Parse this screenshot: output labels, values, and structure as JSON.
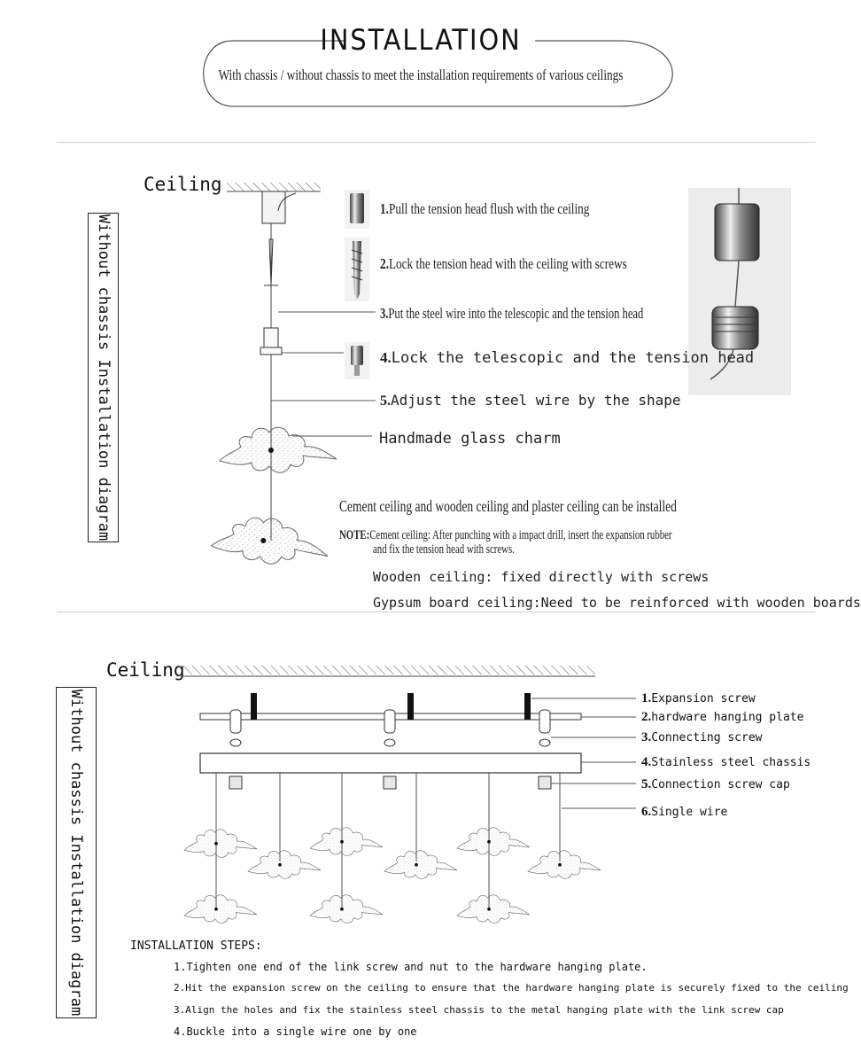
{
  "header": {
    "title": "INSTALLATION",
    "subtitle": "With chassis / without chassis to meet the installation requirements of various ceilings"
  },
  "section1": {
    "ceiling_label": "Ceiling",
    "side_label": "Without chassis   Installation diagram",
    "steps": [
      {
        "num": "1.",
        "text": "Pull the tension head flush with the ceiling"
      },
      {
        "num": "2.",
        "text": "Lock the tension head with the ceiling with screws"
      },
      {
        "num": "3.",
        "text": "Put the steel wire into the telescopic and the tension head"
      },
      {
        "num": "4.",
        "text": "Lock the telescopic and the tension head"
      },
      {
        "num": "5.",
        "text": "Adjust the steel wire by the shape"
      }
    ],
    "charm_label": "Handmade glass charm",
    "ceiling_types": "Cement ceiling and wooden ceiling and plaster ceiling can be installed",
    "note_label": "NOTE:",
    "note_line1": "Cement ceiling: After punching with a impact drill, insert the expansion rubber",
    "note_line2": "and fix the tension head with screws.",
    "wooden": "Wooden ceiling: fixed directly with screws",
    "gypsum": "Gypsum board ceiling:Need to be reinforced with wooden boards"
  },
  "section2": {
    "ceiling_label": "Ceiling",
    "side_label": "Without chassis   Installation diagram",
    "parts": [
      {
        "num": "1.",
        "text": "Expansion screw"
      },
      {
        "num": "2.",
        "text": "hardware hanging plate"
      },
      {
        "num": "3.",
        "text": "Connecting screw"
      },
      {
        "num": "4.",
        "text": "Stainless steel chassis"
      },
      {
        "num": "5.",
        "text": "Connection screw cap"
      },
      {
        "num": "6.",
        "text": "Single wire"
      }
    ],
    "steps_title": "INSTALLATION STEPS:",
    "steps": [
      "1.Tighten one end of the link screw and nut to the hardware hanging plate.",
      "2.Hit the expansion screw on the ceiling to ensure that the hardware hanging plate is securely fixed to the ceiling",
      "3.Align the holes and fix the stainless steel chassis to the metal hanging plate with the link screw cap",
      "4.Buckle into a single wire one by one"
    ]
  }
}
